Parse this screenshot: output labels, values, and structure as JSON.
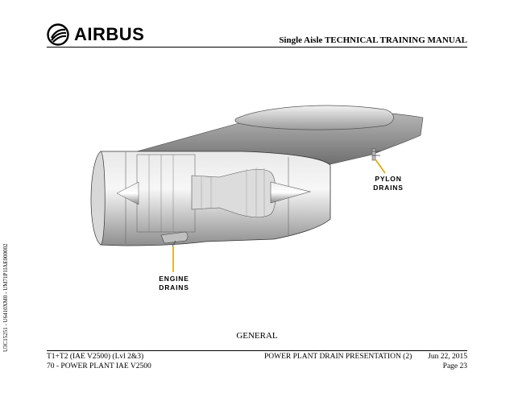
{
  "header": {
    "brand": "AIRBUS",
    "manual_title": "Single Aisle TECHNICAL TRAINING MANUAL"
  },
  "side_code": "U3C15251 - U6410XM0 - UM71P1IAE000002",
  "diagram": {
    "callouts": {
      "pylon_line1": "PYLON",
      "pylon_line2": "DRAINS",
      "engine_line1": "ENGINE",
      "engine_line2": "DRAINS"
    },
    "colors": {
      "leader": "#e0a400",
      "cowl": "#c4c4c4",
      "pylon": "#8c8c8c"
    }
  },
  "caption": "GENERAL",
  "footer": {
    "left_line1": "T1+T2 (IAE V2500) (Lvl 2&3)",
    "left_line2": "70 - POWER PLANT IAE V2500",
    "center": "POWER PLANT DRAIN PRESENTATION (2)",
    "date": "Jun 22, 2015",
    "page": "Page 23"
  }
}
